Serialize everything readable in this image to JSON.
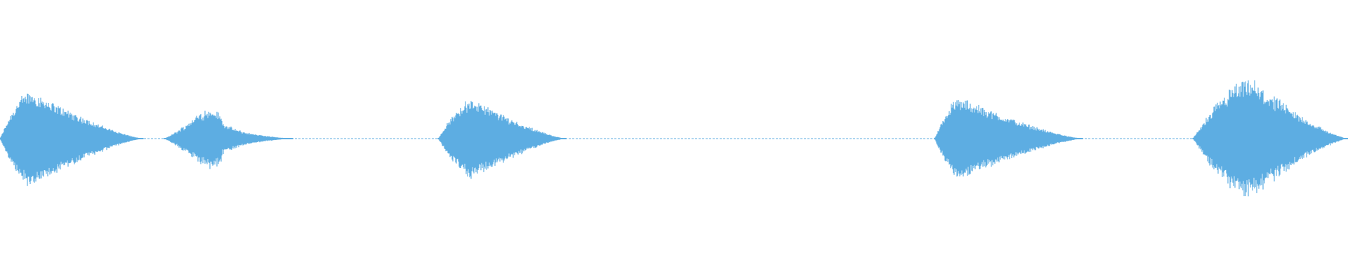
{
  "waveform": {
    "color": "#5dade2",
    "background": "#ffffff",
    "segments": [
      {
        "start": 0.0,
        "end": 0.106,
        "peak": 1.0,
        "attack": 0.22,
        "release": 0.78,
        "wobble": 0.06
      },
      {
        "start": 0.122,
        "end": 0.217,
        "peak": 0.62,
        "attack": 0.38,
        "release": 0.62,
        "wobble": 0.1,
        "twoHump": true
      },
      {
        "start": 0.325,
        "end": 0.42,
        "peak": 0.82,
        "attack": 0.28,
        "release": 0.72,
        "wobble": 0.07
      },
      {
        "start": 0.693,
        "end": 0.803,
        "peak": 0.85,
        "attack": 0.18,
        "release": 0.82,
        "wobble": 0.07
      },
      {
        "start": 0.885,
        "end": 1.0,
        "peak": 1.2,
        "attack": 0.38,
        "release": 0.62,
        "wobble": 0.12
      }
    ],
    "noise_floor": 0.012
  }
}
